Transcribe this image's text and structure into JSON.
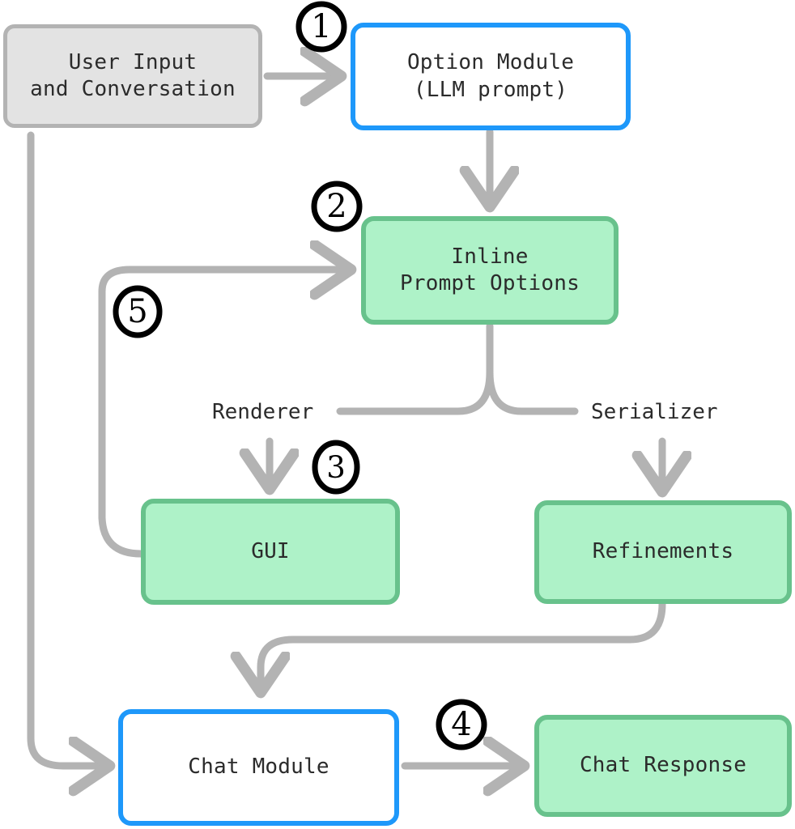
{
  "diagram": {
    "title": "Option Module pipeline flowchart",
    "colors": {
      "blue": "#1e98fa",
      "green_fill": "#aef2c8",
      "green_border": "#68c28c",
      "gray_fill": "#e3e3e3",
      "gray_border": "#b3b3b3",
      "wire": "#b3b3b3",
      "text": "#2b2b2b",
      "badge": "#000000"
    },
    "nodes": [
      {
        "id": "user-input",
        "label": "User Input\nand Conversation",
        "style": "gray"
      },
      {
        "id": "option-module",
        "label": "Option Module\n(LLM prompt)",
        "style": "blue"
      },
      {
        "id": "inline-prompt",
        "label": "Inline\nPrompt Options",
        "style": "green"
      },
      {
        "id": "gui",
        "label": "GUI",
        "style": "green"
      },
      {
        "id": "refinements",
        "label": "Refinements",
        "style": "green"
      },
      {
        "id": "chat-module",
        "label": "Chat Module",
        "style": "blue"
      },
      {
        "id": "chat-response",
        "label": "Chat Response",
        "style": "green"
      }
    ],
    "edge_labels": [
      {
        "id": "renderer",
        "text": "Renderer"
      },
      {
        "id": "serializer",
        "text": "Serializer"
      }
    ],
    "badges": [
      {
        "id": "step-1",
        "text": "1"
      },
      {
        "id": "step-2",
        "text": "2"
      },
      {
        "id": "step-3",
        "text": "3"
      },
      {
        "id": "step-4",
        "text": "4"
      },
      {
        "id": "step-5",
        "text": "5"
      }
    ]
  }
}
